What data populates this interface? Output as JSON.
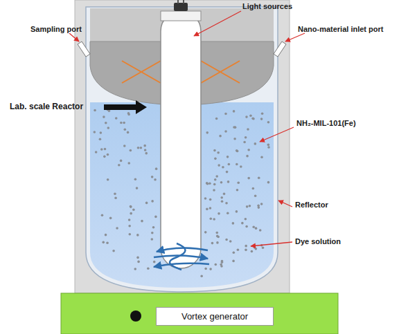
{
  "diagram": {
    "nodes": [
      {
        "text": [
          "Vortex generator"
        ]
      }
    ],
    "labels": [
      "Light sources",
      "Sampling port",
      "Nano-material inlet port",
      "Lab. scale Reactor",
      "NH₂-MIL-101(Fe)",
      "Reflector",
      "Dye solution"
    ]
  }
}
